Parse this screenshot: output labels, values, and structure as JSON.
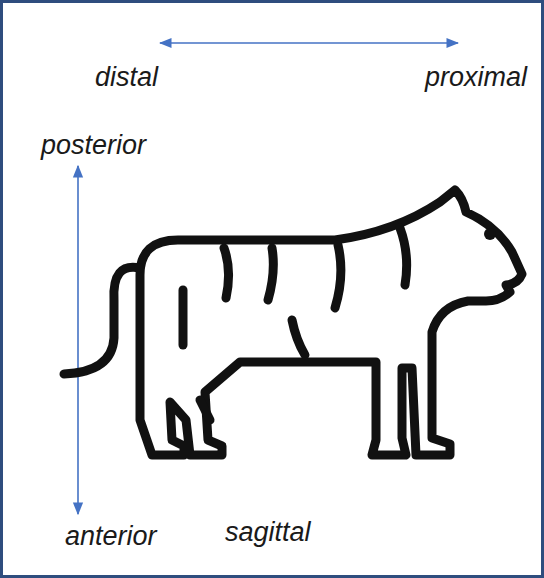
{
  "diagram": {
    "labels": [
      "distal",
      "proximal",
      "posterior",
      "anterior",
      "sagittal"
    ]
  }
}
